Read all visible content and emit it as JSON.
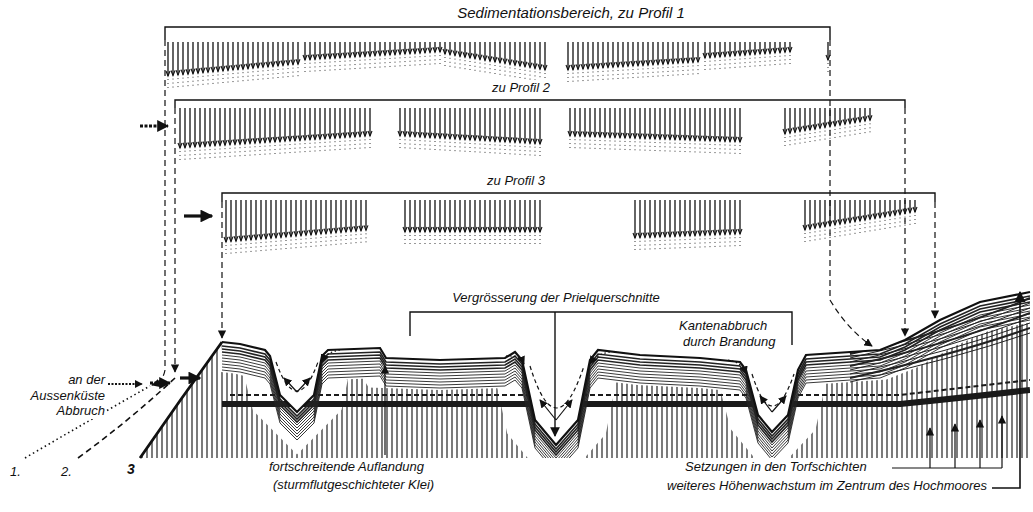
{
  "diagram": {
    "labels": [
      "Sedimentationsbereich, zu Profil 1",
      "zu Profil 2",
      "zu Profil 3",
      "Vergrösserung der Prielquerschnitte",
      "Kantenabbruch",
      "durch Brandung",
      "an der Aussenküste Abbruch",
      "1.",
      "2.",
      "3",
      "fortschreitende Auflandung",
      "(sturmflutgeschichteter Klei)",
      "Setzungen in den Torfschichten",
      "weiteres Höhenwachstum im Zentrum des Hochmoores"
    ]
  }
}
